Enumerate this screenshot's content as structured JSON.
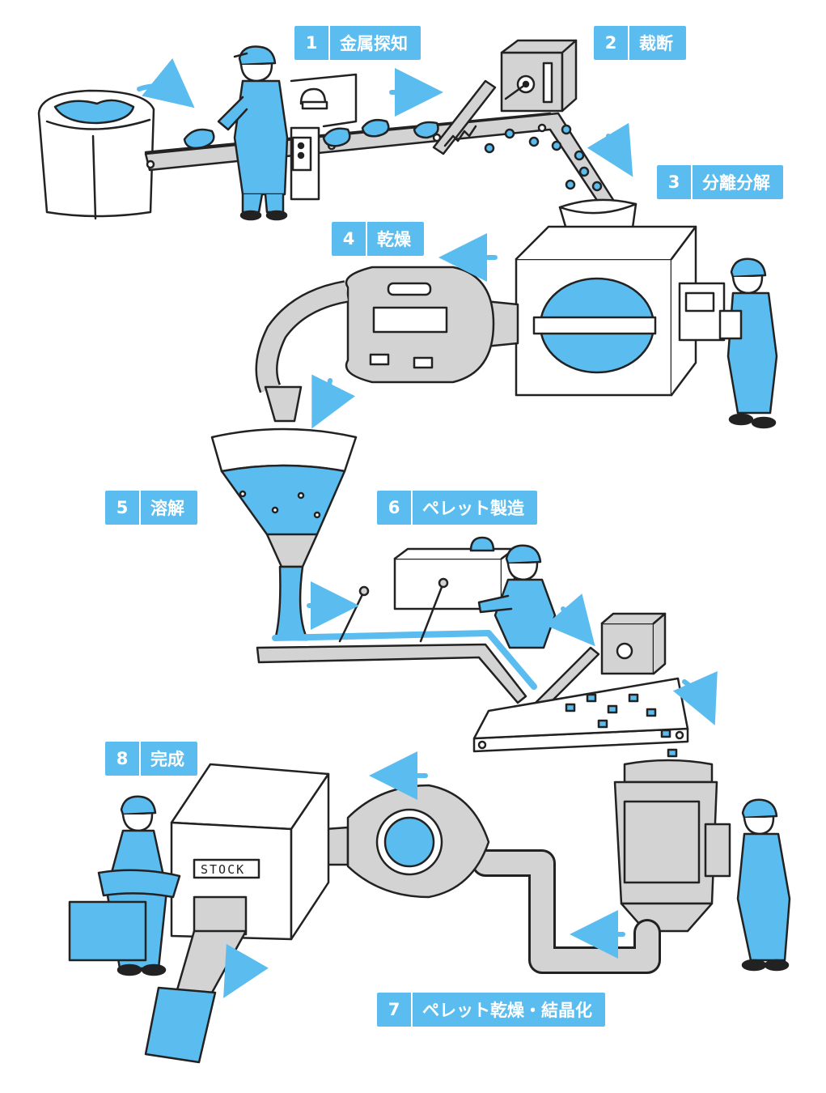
{
  "colors": {
    "accent": "#5bbdef",
    "grey": "#d3d3d3",
    "ink": "#222222",
    "white": "#ffffff"
  },
  "steps": [
    {
      "num": "1",
      "label": "金属探知"
    },
    {
      "num": "2",
      "label": "裁断"
    },
    {
      "num": "3",
      "label": "分離分解"
    },
    {
      "num": "4",
      "label": "乾燥"
    },
    {
      "num": "5",
      "label": "溶解"
    },
    {
      "num": "6",
      "label": "ペレット製造"
    },
    {
      "num": "7",
      "label": "ペレット乾燥・結晶化"
    },
    {
      "num": "8",
      "label": "完成"
    }
  ],
  "machines": {
    "stock_sign": "STOCK"
  }
}
